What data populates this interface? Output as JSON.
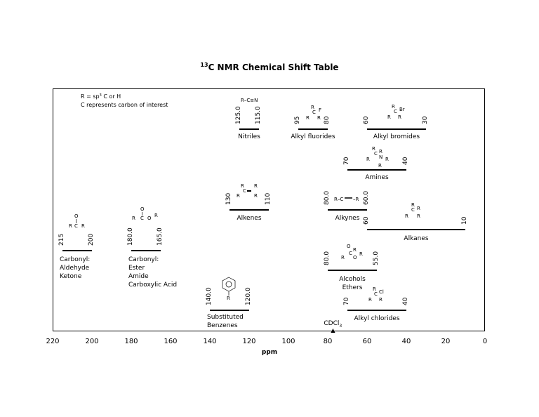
{
  "title": {
    "sup": "13",
    "text": "C NMR Chemical Shift Table"
  },
  "legend": {
    "line1_pre": "R = sp",
    "line1_sup": "3",
    "line1_post": " C or H",
    "line2": "C represents carbon of interest"
  },
  "axis": {
    "label": "ppm",
    "ticks": [
      "220",
      "200",
      "180",
      "160",
      "140",
      "120",
      "100",
      "80",
      "60",
      "40",
      "20",
      "0"
    ],
    "range": [
      220,
      0
    ]
  },
  "solvent": {
    "text": "CDCl",
    "sub": "3",
    "ppm": 77
  },
  "ranges": [
    {
      "id": "carbonyl-ketone",
      "from": 215,
      "to": 200,
      "high_label": "215",
      "low_label": "200",
      "lines": [
        "Carbonyl:",
        "Aldehyde",
        "Ketone"
      ],
      "structure": "R–C(=O)–R"
    },
    {
      "id": "carbonyl-ester",
      "from": 180,
      "to": 165,
      "high_label": "180.0",
      "low_label": "165.0",
      "lines": [
        "Carbonyl:",
        "Ester",
        "Amide",
        "Carboxylic Acid"
      ],
      "structure": "R–C(=O)–O–R"
    },
    {
      "id": "benzenes",
      "from": 140,
      "to": 120,
      "high_label": "140.0",
      "low_label": "120.0",
      "lines": [
        "Substituted",
        "Benzenes"
      ],
      "structure": "R–C6H5"
    },
    {
      "id": "alkenes",
      "from": 130,
      "to": 110,
      "high_label": "130",
      "low_label": "110",
      "lines": [
        "Alkenes"
      ],
      "structure": "R2C=CR2"
    },
    {
      "id": "nitriles",
      "from": 125,
      "to": 115,
      "high_label": "125.0",
      "low_label": "115.0",
      "lines": [
        "Nitriles"
      ],
      "structure": "R–C≡N"
    },
    {
      "id": "alkyl-fluorides",
      "from": 95,
      "to": 80,
      "high_label": "95",
      "low_label": "80",
      "lines": [
        "Alkyl fluorides"
      ],
      "structure": "R3C–F"
    },
    {
      "id": "alkynes",
      "from": 80,
      "to": 60,
      "high_label": "80.0",
      "low_label": "60.0",
      "lines": [
        "Alkynes"
      ],
      "structure": "R–C≡C–R"
    },
    {
      "id": "alcohols-ethers",
      "from": 80,
      "to": 55,
      "high_label": "80.0",
      "low_label": "55.0",
      "lines": [
        "Alcohols",
        "Ethers"
      ],
      "structure": "R3C–O–R"
    },
    {
      "id": "amines",
      "from": 70,
      "to": 40,
      "high_label": "70",
      "low_label": "40",
      "lines": [
        "Amines"
      ],
      "structure": "R3C–NR2"
    },
    {
      "id": "alkyl-chlorides",
      "from": 70,
      "to": 40,
      "high_label": "70",
      "low_label": "40",
      "lines": [
        "Alkyl chlorides"
      ],
      "structure": "R3C–Cl"
    },
    {
      "id": "alkyl-bromides",
      "from": 60,
      "to": 30,
      "high_label": "60",
      "low_label": "30",
      "lines": [
        "Alkyl bromides"
      ],
      "structure": "R3C–Br"
    },
    {
      "id": "alkanes",
      "from": 60,
      "to": 10,
      "high_label": "60",
      "low_label": "10",
      "lines": [
        "Alkanes"
      ],
      "structure": "R3C–R"
    }
  ]
}
